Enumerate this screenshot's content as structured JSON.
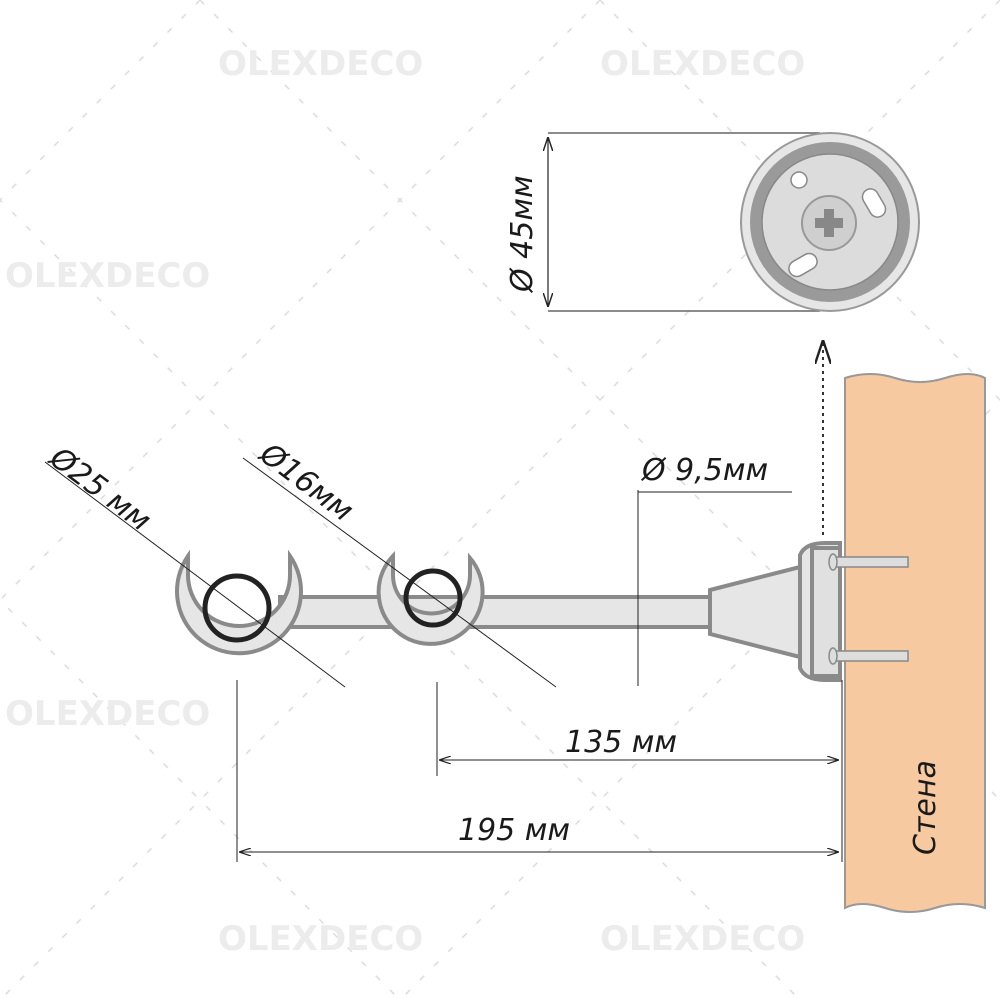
{
  "watermark": {
    "text": "OLEXDECO"
  },
  "dimensions": {
    "base_diameter": "Ø 45мм",
    "rod_outer_diameter": "Ø25 мм",
    "rod_inner_diameter": "Ø16мм",
    "bracket_diameter": "Ø 9,5мм",
    "inner_distance": "135 мм",
    "outer_distance": "195 мм"
  },
  "wall": {
    "label": "Стена"
  },
  "colors": {
    "wall": "#f6c9a0",
    "part_fill": "#e6e6e6",
    "part_stroke": "#8a8a8a",
    "ring": "#222222"
  }
}
